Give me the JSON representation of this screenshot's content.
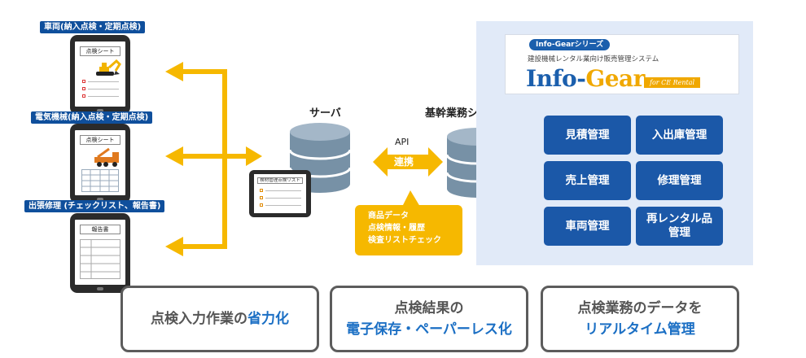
{
  "devices": [
    {
      "label": "車両(納入点検・定期点検)",
      "sheet": "点検シート"
    },
    {
      "label": "電気機械(納入点検・定期点検)",
      "sheet": "点検シート"
    },
    {
      "label": "出張修理 (チェックリスト、報告書)",
      "sheet": "報告書"
    }
  ],
  "server": {
    "label": "サーバ",
    "tablet_title": "検材管理点検リスト"
  },
  "api": {
    "top": "API",
    "bottom": "連携"
  },
  "core_server": {
    "label": "基幹業務システムサーバ"
  },
  "callout": {
    "lines": [
      "商品データ",
      "点検情報・履歴",
      "検査リストチェック"
    ]
  },
  "product": {
    "series": "Info-Gearシリーズ",
    "subtitle": "建設機械レンタル業向け販売管理システム",
    "logo_info": "Info",
    "logo_dash": "-",
    "logo_gear": "Gear",
    "logo_rental": "for CE Rental"
  },
  "modules": [
    {
      "label": "見積管理"
    },
    {
      "label": "入出庫管理"
    },
    {
      "label": "売上管理"
    },
    {
      "label": "修理管理"
    },
    {
      "label": "車両管理"
    },
    {
      "label": "再レンタル品\n管理"
    }
  ],
  "benefits": [
    {
      "plain": "点検入力作業の",
      "highlight": "省力化",
      "line2": ""
    },
    {
      "plain": "点検結果の",
      "highlight": "",
      "line2": "電子保存・ペーパーレス化"
    },
    {
      "plain": "点検業務のデータを",
      "highlight": "",
      "line2": "リアルタイム管理"
    }
  ],
  "colors": {
    "accent_yellow": "#f6b800",
    "brand_blue": "#1b58a8",
    "panel_bg": "#e1eaf8",
    "server_gray": "#7791a6"
  }
}
